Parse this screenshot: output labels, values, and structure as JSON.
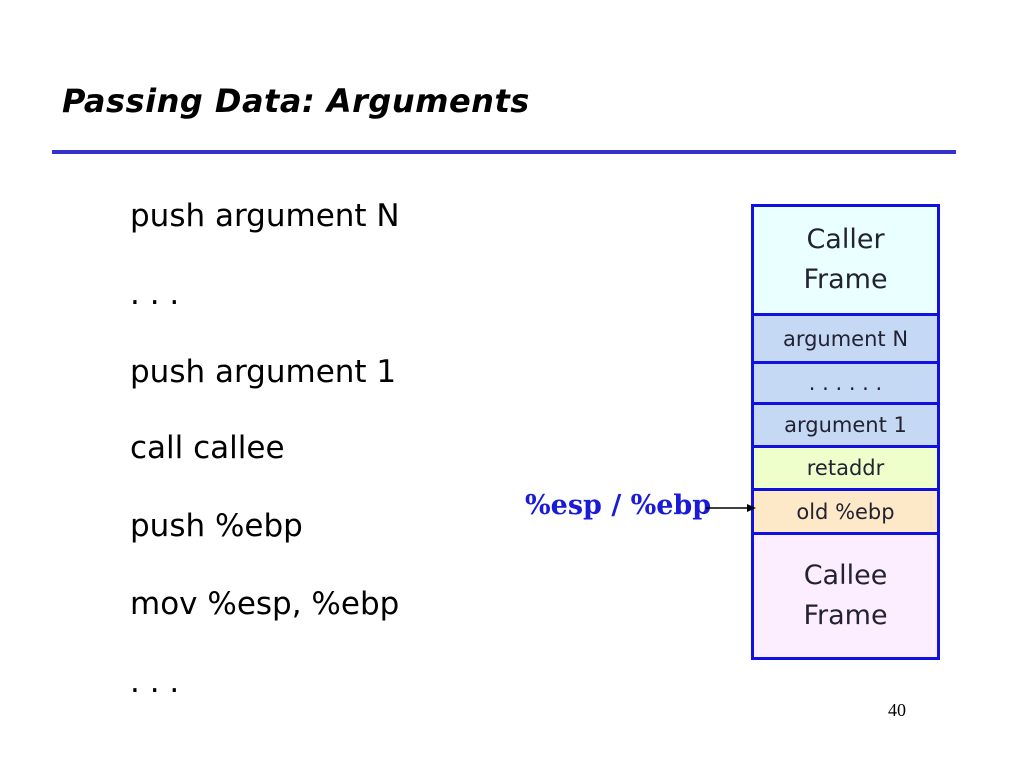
{
  "slide": {
    "title": "Passing Data: Arguments",
    "page_number": "40"
  },
  "code_lines": [
    "push argument N",
    ". . .",
    "push argument 1",
    "call callee",
    "push %ebp",
    "mov %esp, %ebp",
    ". . ."
  ],
  "stack": {
    "caller_frame": [
      "Caller",
      "Frame"
    ],
    "argument_n": "argument N",
    "ellipsis": ". . . . . .",
    "argument_1": "argument 1",
    "retaddr": "retaddr",
    "old_ebp": "old %ebp",
    "callee_frame": [
      "Callee",
      "Frame"
    ]
  },
  "pointer_label": "%esp / %ebp",
  "colors": {
    "accent_blue": "#3333cc",
    "stack_border": "#1010e0",
    "caller_frame_fill": "#eaffff",
    "argument_fill": "#c5d9f5",
    "retaddr_fill": "#eeffcc",
    "old_ebp_fill": "#fde9c8",
    "callee_frame_fill": "#fdeeff",
    "register_label": "#1a1ad9"
  }
}
